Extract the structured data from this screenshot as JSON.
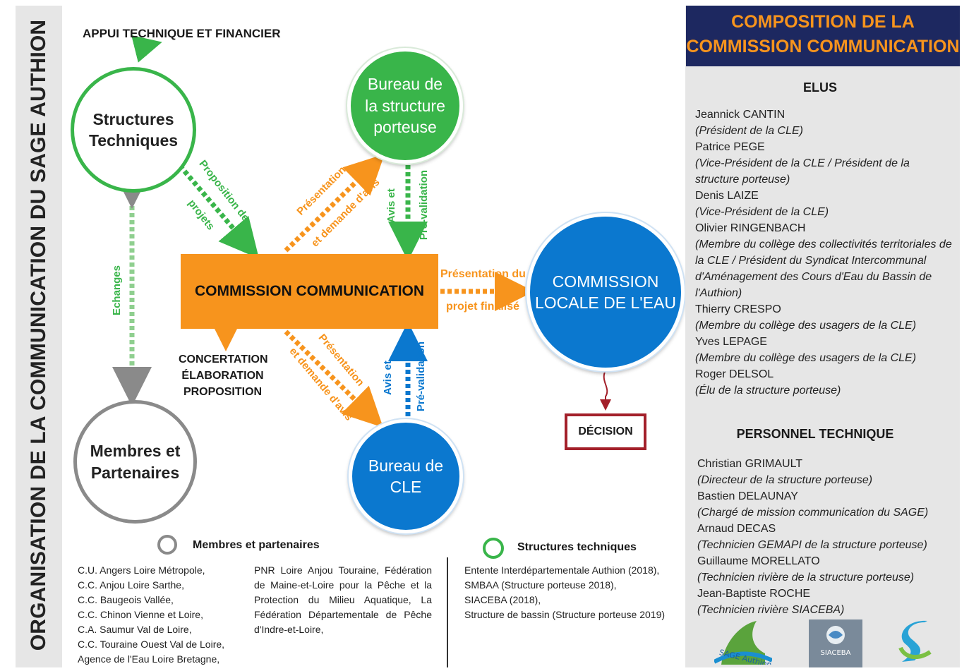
{
  "title": "ORGANISATION DE LA COMMUNICATION DU SAGE AUTHION",
  "top_label": "APPUI TECHNIQUE ET FINANCIER",
  "nodes": {
    "structures": "Structures\nTechniques",
    "bureau_structure": "Bureau de\nla structure\nporteuse",
    "membres": "Membres et\nPartenaires",
    "bureau_cle": "Bureau de\nCLE",
    "commission": "COMMISSION COMMUNICATION",
    "cle": "COMMISSION\nLOCALE DE L'EAU",
    "decision": "DÉCISION"
  },
  "arrow_labels": {
    "proposition": "Proposition de",
    "projets": "projets",
    "presentation_up": "Présentation",
    "demande_up": "et demande d'avis",
    "avis_up": "Avis et",
    "prevalidation_up": "Pré-validation",
    "echanges": "Echanges",
    "presentation_final": "Présentation du",
    "projet_final": "projet finalisé",
    "presentation_down": "Présentation",
    "demande_down": "et demande d'avis",
    "avis_down": "Avis et",
    "prevalidation_down": "Pré-validation"
  },
  "concertation": [
    "CONCERTATION",
    "ÉLABORATION",
    "PROPOSITION"
  ],
  "legend": {
    "membres_title": "Membres et partenaires",
    "membres_col1": [
      "C.U. Angers Loire Métropole,",
      "C.C. Anjou Loire Sarthe,",
      "C.C. Baugeois Vallée,",
      "C.C. Chinon Vienne et Loire,",
      "C.A. Saumur Val de Loire,",
      "C.C. Touraine Ouest Val de Loire,",
      "Agence de l'Eau Loire Bretagne,"
    ],
    "membres_col2": "PNR Loire Anjou Touraine, Fédération de Maine-et-Loire pour la Pêche et la Protection du Milieu Aquatique, La Fédération Départementale de Pêche d'Indre-et-Loire,",
    "structures_title": "Structures techniques",
    "structures_list": [
      "Entente Interdépartementale Authion (2018),",
      "SMBAA (Structure porteuse 2018),",
      "SIACEBA (2018),",
      "Structure de bassin (Structure porteuse 2019)"
    ]
  },
  "panel": {
    "header": "COMPOSITION  DE LA\nCOMMISSION COMMUNICATION",
    "elus_title": "ELUS",
    "elus": [
      {
        "name": "Jeannick CANTIN",
        "role": "(Président de la CLE)"
      },
      {
        "name": "Patrice PEGE",
        "role": "(Vice-Président de la CLE / Président de la structure porteuse)"
      },
      {
        "name": "Denis LAIZE",
        "role": "(Vice-Président de la CLE)"
      },
      {
        "name": "Olivier RINGENBACH",
        "role": "(Membre du collège des collectivités territoriales de la CLE / Président du Syndicat Intercommunal d'Aménagement des Cours d'Eau du Bassin de l'Authion)"
      },
      {
        "name": "Thierry CRESPO",
        "role": "(Membre du collège des usagers de la CLE)"
      },
      {
        "name": "Yves LEPAGE",
        "role": "(Membre du collège des usagers de la CLE)"
      },
      {
        "name": "Roger DELSOL",
        "role": "(Élu de la structure porteuse)"
      }
    ],
    "tech_title": "PERSONNEL TECHNIQUE",
    "tech": [
      {
        "name": "Christian GRIMAULT",
        "role": "(Directeur de la structure porteuse)"
      },
      {
        "name": "Bastien DELAUNAY",
        "role": "(Chargé de mission communication du SAGE)"
      },
      {
        "name": "Arnaud DECAS",
        "role": "(Technicien GEMAPI de la structure porteuse)"
      },
      {
        "name": "Guillaume MORELLATO",
        "role": "(Technicien rivière de la structure porteuse)"
      },
      {
        "name": "Jean-Baptiste ROCHE",
        "role": "(Technicien rivière SIACEBA)"
      }
    ],
    "logos": [
      "SAGE Authion",
      "SIACEBA"
    ]
  },
  "colors": {
    "green": "#39b54a",
    "orange": "#f7941d",
    "blue": "#0b78cf",
    "navy": "#1d2860",
    "red": "#a3202a",
    "grey": "#8a8a8a"
  }
}
